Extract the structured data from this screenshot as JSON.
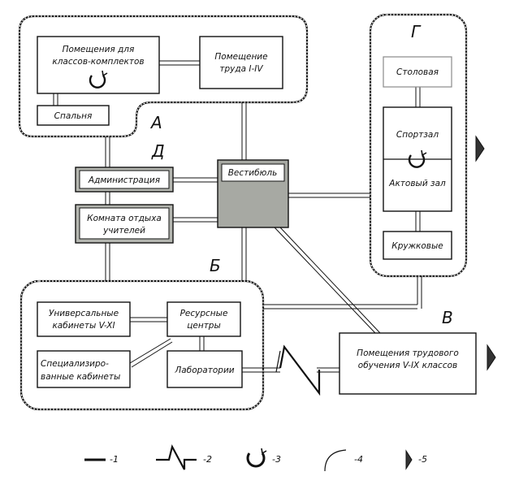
{
  "zones": {
    "a": "А",
    "b": "Б",
    "v": "В",
    "g": "Г",
    "d": "Д"
  },
  "rooms": {
    "class_complects_1": "Помещения для",
    "class_complects_2": "классов-комплектов",
    "labor_1_4_line1": "Помещение",
    "labor_1_4_line2": "труда I-IV",
    "bedroom": "Спальня",
    "canteen": "Столовая",
    "gym": "Спортзал",
    "assembly_hall": "Актовый зал",
    "clubs": "Кружковые",
    "administration": "Администрация",
    "teachers_room_1": "Комната отдыха",
    "teachers_room_2": "учителей",
    "vestibule": "Вестибюль",
    "universal_1": "Универсальные",
    "universal_2": "кабинеты V-XI",
    "resource_1": "Ресурсные",
    "resource_2": "центры",
    "specialized_1": "Специализиро-",
    "specialized_2": "ванные кабинеты",
    "laboratories": "Лаборатории",
    "labor_training_1": "Помещения трудового",
    "labor_training_2": "обучения V-IX классов"
  },
  "legend": {
    "item1": "-1",
    "item2": "-2",
    "item3": "-3",
    "item4": "-4",
    "item5": "-5"
  },
  "colors": {
    "admin_fill": "#b4b6b0",
    "vestibule_fill": "#a7a9a3",
    "stroke": "#111111",
    "canteen_border": "#8a8a8a"
  }
}
